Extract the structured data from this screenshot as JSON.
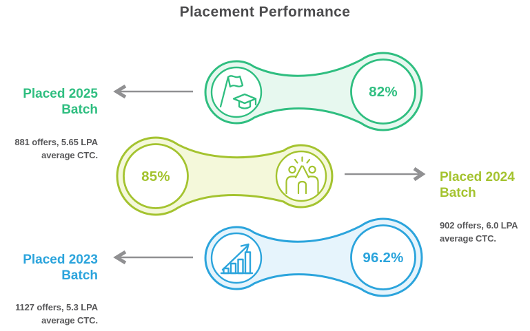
{
  "title": "Placement Performance",
  "batches": [
    {
      "year": "2025",
      "label_line1": "Placed 2025",
      "label_line2": "Batch",
      "percent": "82%",
      "stats_line1": "881 offers, 5.65 LPA",
      "stats_line2": "average CTC.",
      "icon": "flag-graduation-cap-icon",
      "color": "#2fbe80",
      "fill": "#e7f8ef",
      "label_side": "left"
    },
    {
      "year": "2024",
      "label_line1": "Placed 2024",
      "label_line2": "Batch",
      "percent": "85%",
      "stats_line1": "902 offers, 6.0 LPA",
      "stats_line2": "average CTC.",
      "icon": "high-five-icon",
      "color": "#a4c32f",
      "fill": "#f4f8da",
      "label_side": "right"
    },
    {
      "year": "2023",
      "label_line1": "Placed 2023",
      "label_line2": "Batch",
      "percent": "96.2%",
      "stats_line1": "1127 offers, 5.3 LPA",
      "stats_line2": "average CTC.",
      "icon": "growth-bar-chart-icon",
      "color": "#2ba4dc",
      "fill": "#e6f4fc",
      "label_side": "left"
    }
  ],
  "colors": {
    "title_text": "#4c4c4e",
    "stats_text": "#58585a",
    "arrow": "#909092",
    "background": "#ffffff"
  }
}
